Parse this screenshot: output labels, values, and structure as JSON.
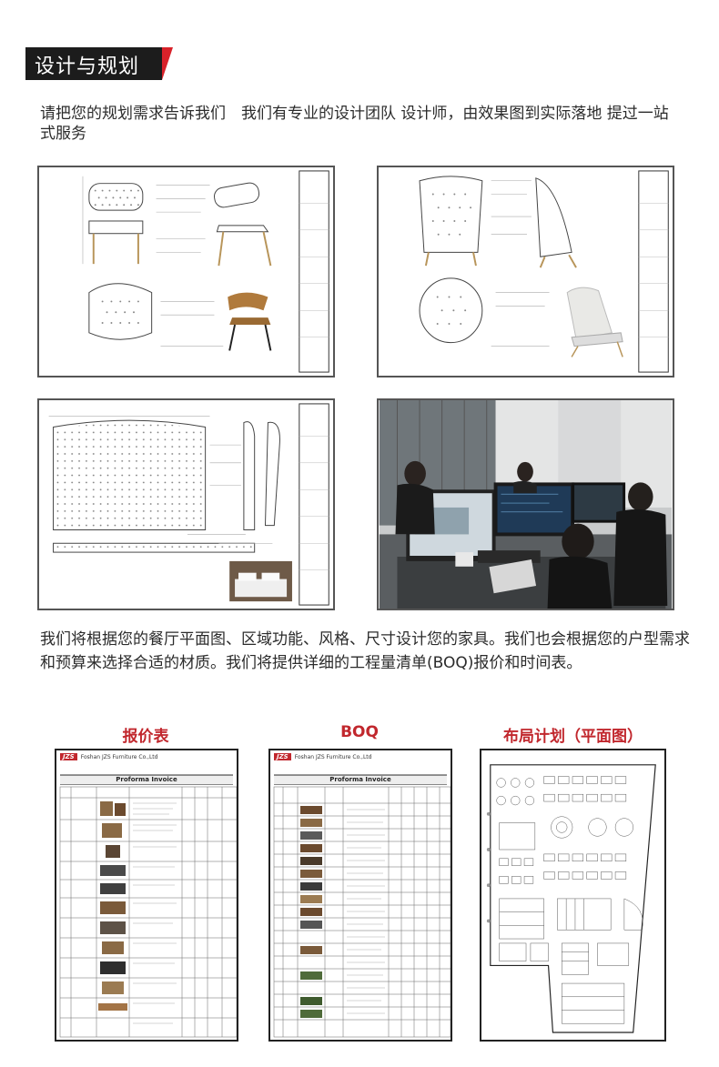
{
  "header": {
    "title": "设计与规划"
  },
  "intro": "请把您的规划需求告诉我们　我们有专业的设计团队  设计师，由效果图到实际落地  提过一站式服务",
  "description": "我们将根据您的餐厅平面图、区域功能、风格、尺寸设计您的家具。我们也会根据您的户型需求和预算来选择合适的材质。我们将提供详细的工程量清单(BOQ)报价和时间表。",
  "documents": [
    {
      "caption": "报价表",
      "company": "Foshan JZS Furniture Co.,Ltd",
      "title": "Proforma Invoice",
      "logo": "JZS"
    },
    {
      "caption": "BOQ",
      "company": "Foshan JZS Furniture Co.,Ltd",
      "title": "Proforma Invoice",
      "logo": "JZS"
    },
    {
      "caption": "布局计划（平面图）"
    }
  ],
  "colors": {
    "accent": "#d8222a",
    "header_bg": "#1c1c1c",
    "caption": "#c1272d"
  }
}
